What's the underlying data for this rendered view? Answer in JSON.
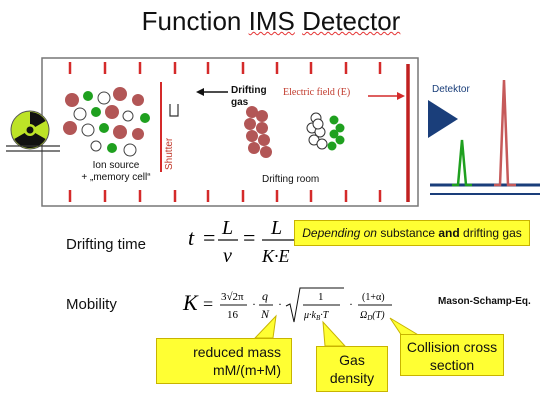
{
  "title": {
    "part1": "Function ",
    "part2": "IMS",
    "part3": " ",
    "part4": "Detector"
  },
  "diagram": {
    "drifting_gas": "Drifting\ngas",
    "electric_field": "Electric field (E)",
    "shutter": "Shutter",
    "ion_source": "Ion source\n+ „memory cell“",
    "drifting_room": "Drifting room",
    "detector": "Detektor",
    "colors": {
      "red": "#d42a2a",
      "ion": "#b25656",
      "green": "#1fa01f",
      "blue": "#1a3e7a",
      "peak_red": "#c65a5a",
      "callout": "#ffff33"
    }
  },
  "drift": {
    "label": "Drifting time",
    "note_pre": "Depending on",
    "note_mid": " substance ",
    "note_and": "and",
    "note_post": " drifting gas"
  },
  "mobility": {
    "label": "Mobility",
    "eq_name": "Mason-Schamp-Eq."
  },
  "callouts": {
    "reduced_mass": "reduced mass\nmM/(m+M)",
    "gas_density": "Gas\ndensity",
    "collision": "Collision cross\nsection"
  }
}
